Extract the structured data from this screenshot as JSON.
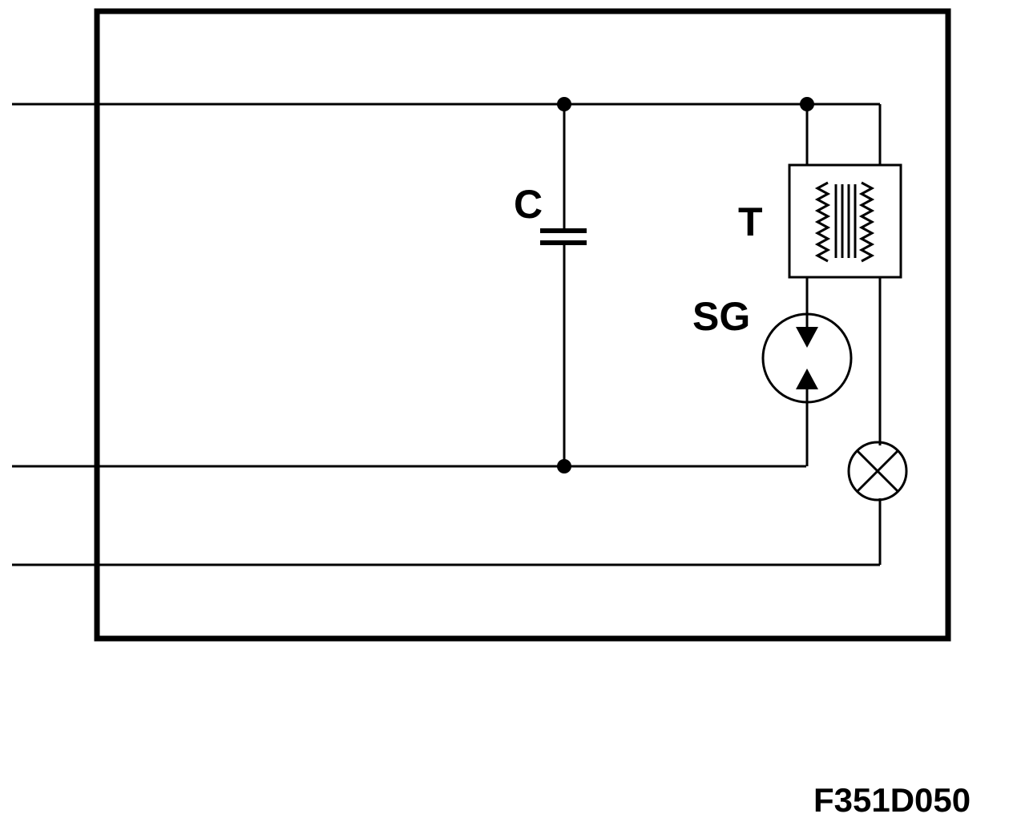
{
  "diagram": {
    "labels": {
      "capacitor": "C",
      "transformer": "T",
      "spark_gap": "SG",
      "figure_code": "F351D050"
    },
    "components": [
      {
        "id": "capacitor",
        "symbol": "capacitor-icon"
      },
      {
        "id": "transformer",
        "symbol": "transformer-icon"
      },
      {
        "id": "spark_gap",
        "symbol": "spark-gap-icon"
      },
      {
        "id": "lamp",
        "symbol": "lamp-icon"
      }
    ],
    "colors": {
      "ink": "#000000",
      "background": "#ffffff"
    }
  }
}
